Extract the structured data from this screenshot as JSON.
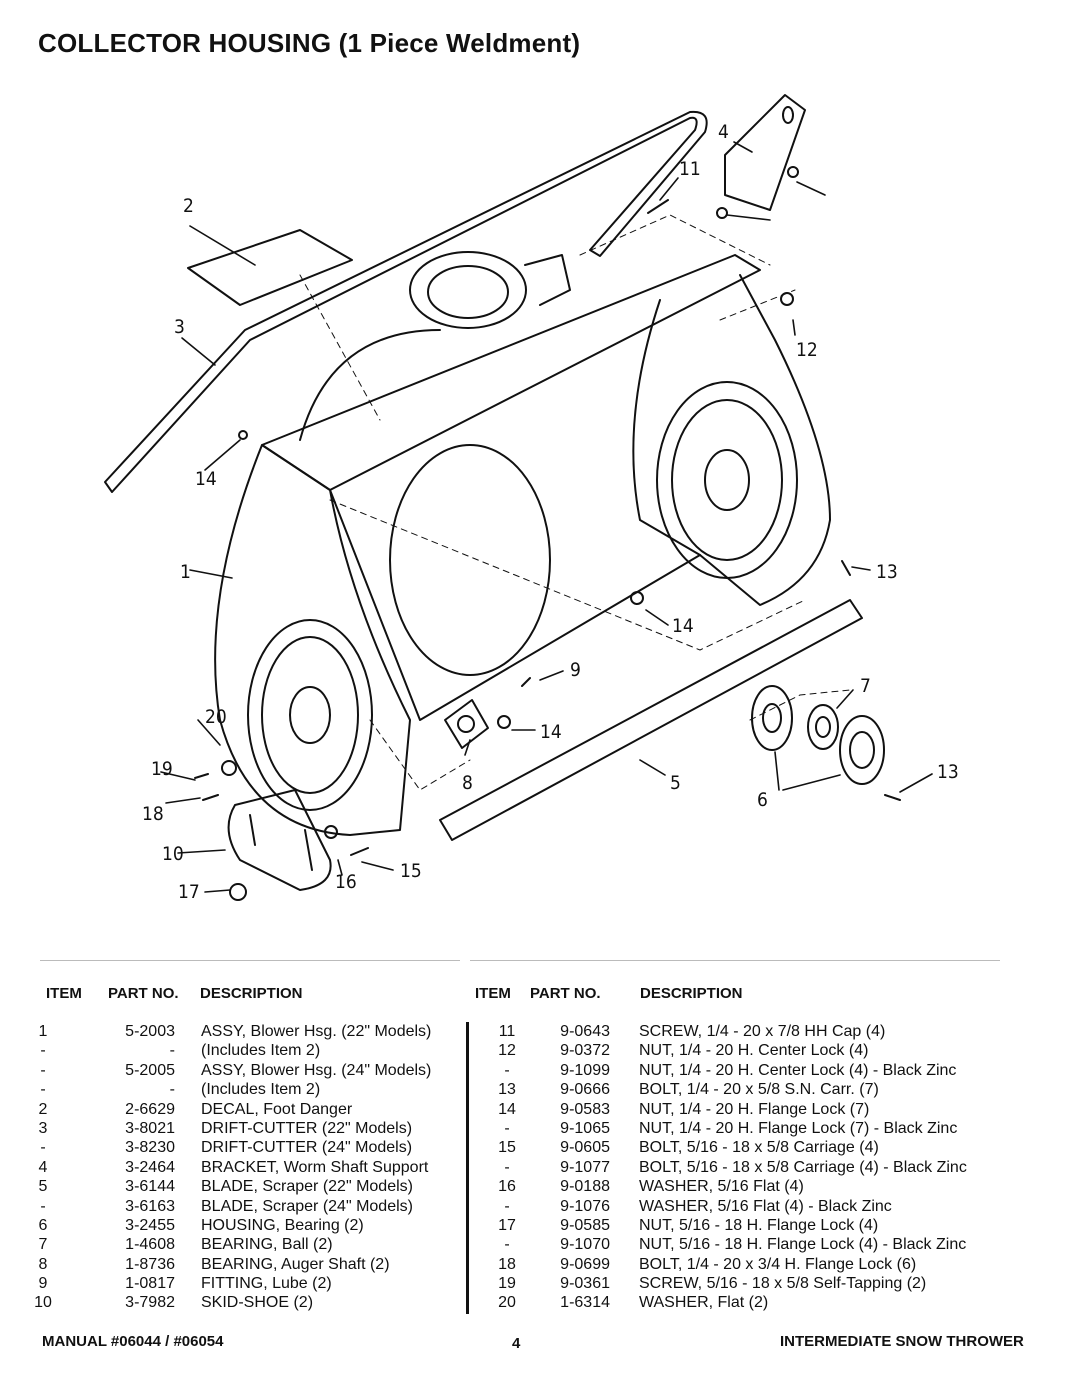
{
  "title": "COLLECTOR HOUSING (1 Piece Weldment)",
  "callouts": [
    "1",
    "2",
    "3",
    "4",
    "5",
    "6",
    "7",
    "8",
    "9",
    "10",
    "11",
    "12",
    "13",
    "13",
    "14",
    "14",
    "14",
    "15",
    "16",
    "17",
    "18",
    "19",
    "20"
  ],
  "table": {
    "headers": {
      "item": "ITEM",
      "part": "PART NO.",
      "desc": "DESCRIPTION"
    },
    "left": [
      {
        "item": "1",
        "part": "5-2003",
        "desc": "ASSY, Blower Hsg. (22\" Models)"
      },
      {
        "item": "-",
        "part": "-",
        "desc": "(Includes Item 2)"
      },
      {
        "item": "-",
        "part": "5-2005",
        "desc": "ASSY, Blower Hsg. (24\" Models)"
      },
      {
        "item": "-",
        "part": "-",
        "desc": "(Includes Item 2)"
      },
      {
        "item": "2",
        "part": "2-6629",
        "desc": "DECAL, Foot Danger"
      },
      {
        "item": "3",
        "part": "3-8021",
        "desc": "DRIFT-CUTTER (22\" Models)"
      },
      {
        "item": "-",
        "part": "3-8230",
        "desc": "DRIFT-CUTTER (24\" Models)"
      },
      {
        "item": "4",
        "part": "3-2464",
        "desc": "BRACKET, Worm Shaft Support"
      },
      {
        "item": "5",
        "part": "3-6144",
        "desc": "BLADE, Scraper (22\" Models)"
      },
      {
        "item": "-",
        "part": "3-6163",
        "desc": "BLADE, Scraper (24\" Models)"
      },
      {
        "item": "6",
        "part": "3-2455",
        "desc": "HOUSING, Bearing (2)"
      },
      {
        "item": "7",
        "part": "1-4608",
        "desc": "BEARING, Ball (2)"
      },
      {
        "item": "8",
        "part": "1-8736",
        "desc": "BEARING, Auger Shaft (2)"
      },
      {
        "item": "9",
        "part": "1-0817",
        "desc": "FITTING, Lube (2)"
      },
      {
        "item": "10",
        "part": "3-7982",
        "desc": "SKID-SHOE (2)"
      }
    ],
    "right": [
      {
        "item": "11",
        "part": "9-0643",
        "desc": "SCREW, 1/4 - 20 x 7/8 HH Cap (4)"
      },
      {
        "item": "12",
        "part": "9-0372",
        "desc": "NUT, 1/4 - 20 H. Center Lock (4)"
      },
      {
        "item": "-",
        "part": "9-1099",
        "desc": "NUT, 1/4 - 20 H. Center Lock (4) - Black Zinc"
      },
      {
        "item": "13",
        "part": "9-0666",
        "desc": "BOLT, 1/4 - 20 x 5/8 S.N. Carr. (7)"
      },
      {
        "item": "14",
        "part": "9-0583",
        "desc": "NUT, 1/4 - 20 H. Flange Lock (7)"
      },
      {
        "item": "-",
        "part": "9-1065",
        "desc": "NUT, 1/4 - 20 H. Flange Lock (7) - Black Zinc"
      },
      {
        "item": "15",
        "part": "9-0605",
        "desc": "BOLT, 5/16 - 18 x 5/8 Carriage (4)"
      },
      {
        "item": "-",
        "part": "9-1077",
        "desc": "BOLT, 5/16 - 18 x 5/8 Carriage (4) - Black Zinc"
      },
      {
        "item": "16",
        "part": "9-0188",
        "desc": "WASHER, 5/16 Flat (4)"
      },
      {
        "item": "-",
        "part": "9-1076",
        "desc": "WASHER, 5/16 Flat (4) - Black Zinc"
      },
      {
        "item": "17",
        "part": "9-0585",
        "desc": "NUT, 5/16 - 18 H. Flange Lock (4)"
      },
      {
        "item": "-",
        "part": "9-1070",
        "desc": "NUT, 5/16 - 18 H. Flange Lock (4) - Black Zinc"
      },
      {
        "item": "18",
        "part": "9-0699",
        "desc": "BOLT, 1/4 - 20 x 3/4 H. Flange Lock (6)"
      },
      {
        "item": "19",
        "part": "9-0361",
        "desc": "SCREW, 5/16 - 18 x 5/8 Self-Tapping (2)"
      },
      {
        "item": "20",
        "part": "1-6314",
        "desc": "WASHER, Flat (2)"
      }
    ]
  },
  "footer": {
    "manual": "MANUAL #06044 / #06054",
    "page": "4",
    "product": "INTERMEDIATE SNOW THROWER"
  }
}
